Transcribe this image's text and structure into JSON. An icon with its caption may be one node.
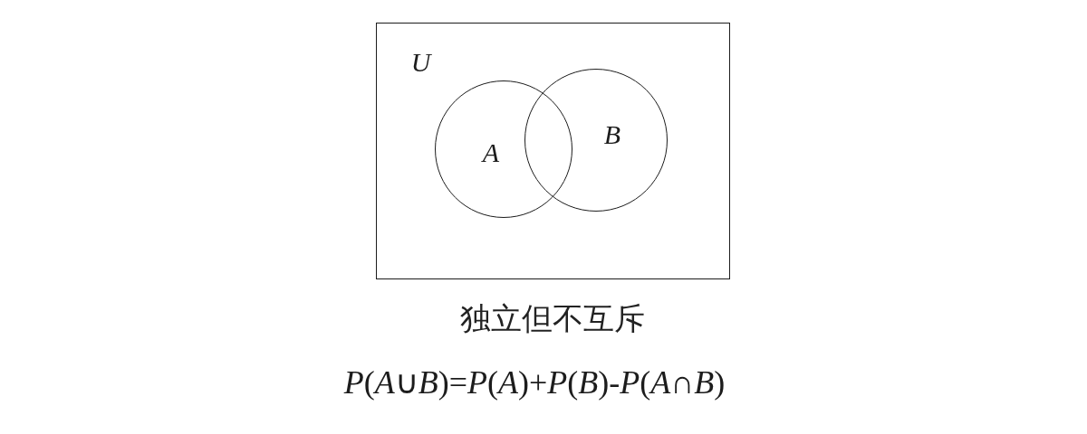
{
  "diagram": {
    "caption": "独立但不互斥",
    "nodes": [
      {
        "text": [
          "U"
        ]
      },
      {
        "text": [
          "A"
        ],
        "in": 0
      },
      {
        "text": [
          "B"
        ],
        "in": 0
      }
    ],
    "labels": [
      "*P*(*A*∪*B*)=*P*(*A*)+*P*(*B*)-*P*(*A*∩*B*)"
    ]
  }
}
